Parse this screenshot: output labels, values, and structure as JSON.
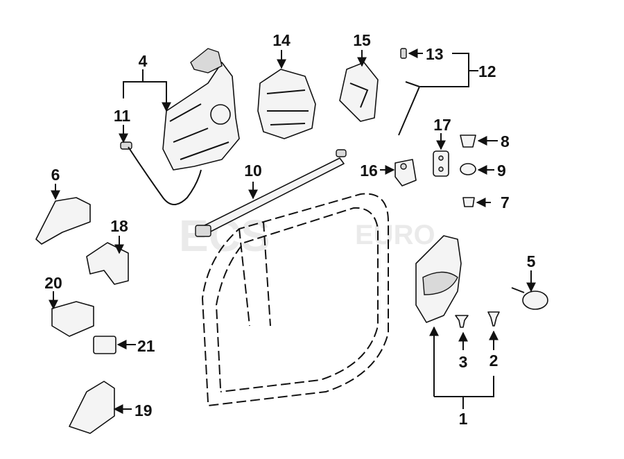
{
  "watermark": {
    "brand": "ECS",
    "suffix": "EURO"
  },
  "callouts": [
    {
      "id": "1",
      "label": "1"
    },
    {
      "id": "2",
      "label": "2"
    },
    {
      "id": "3",
      "label": "3"
    },
    {
      "id": "4",
      "label": "4"
    },
    {
      "id": "5",
      "label": "5"
    },
    {
      "id": "6",
      "label": "6"
    },
    {
      "id": "7",
      "label": "7"
    },
    {
      "id": "8",
      "label": "8"
    },
    {
      "id": "9",
      "label": "9"
    },
    {
      "id": "10",
      "label": "10"
    },
    {
      "id": "11",
      "label": "11"
    },
    {
      "id": "12",
      "label": "12"
    },
    {
      "id": "13",
      "label": "13"
    },
    {
      "id": "14",
      "label": "14"
    },
    {
      "id": "15",
      "label": "15"
    },
    {
      "id": "16",
      "label": "16"
    },
    {
      "id": "17",
      "label": "17"
    },
    {
      "id": "18",
      "label": "18"
    },
    {
      "id": "19",
      "label": "19"
    },
    {
      "id": "20",
      "label": "20"
    },
    {
      "id": "21",
      "label": "21"
    }
  ]
}
